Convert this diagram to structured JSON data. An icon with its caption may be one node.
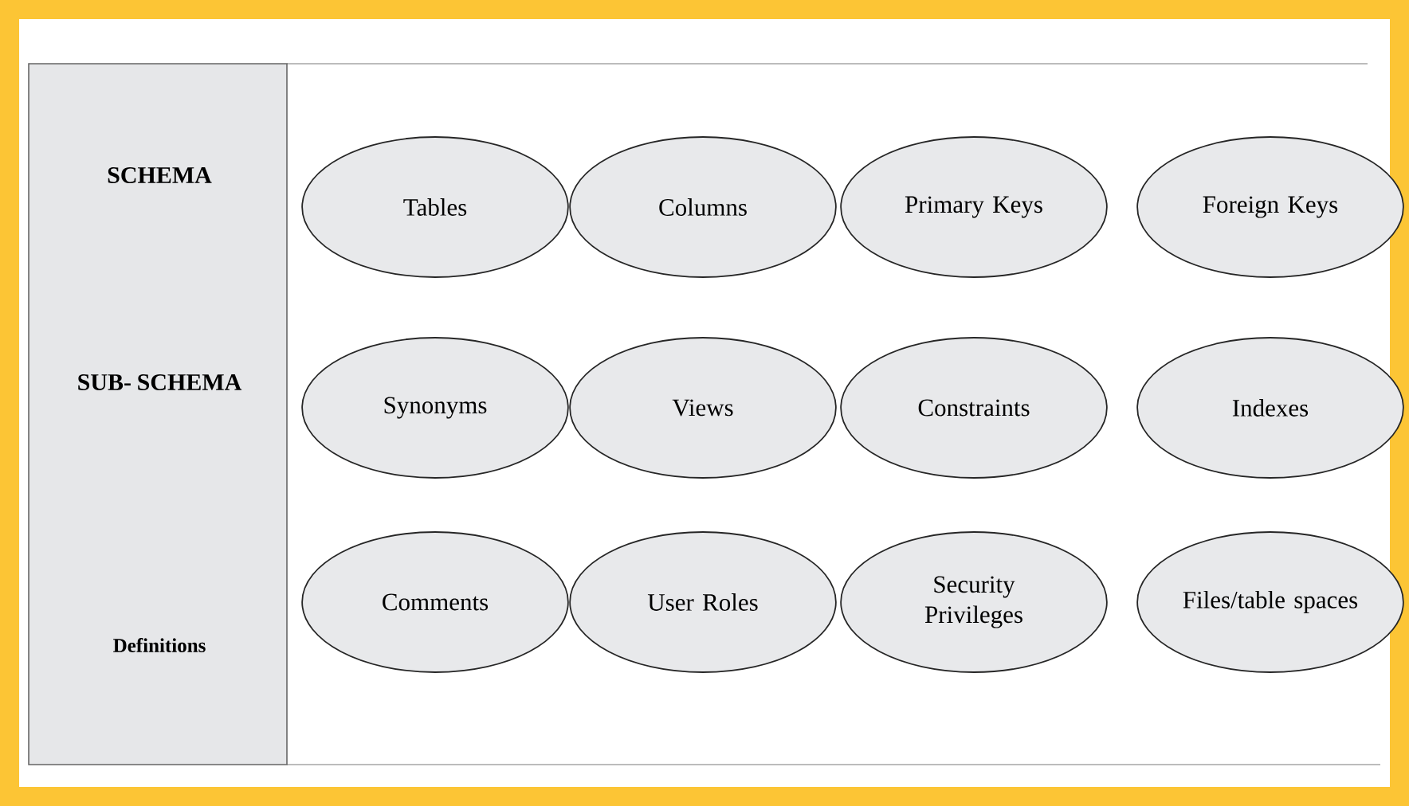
{
  "diagram": {
    "nodes": [
      {
        "text": [
          "SCHEMA",
          "SUB- SCHEMA",
          "Definitions"
        ]
      },
      {
        "text": [
          "Tables"
        ]
      },
      {
        "text": [
          "Columns"
        ]
      },
      {
        "text": [
          "Primary Keys"
        ]
      },
      {
        "text": [
          "Foreign Keys"
        ]
      },
      {
        "text": [
          "Synonyms"
        ]
      },
      {
        "text": [
          "Views"
        ]
      },
      {
        "text": [
          "Constraints"
        ]
      },
      {
        "text": [
          "Indexes"
        ]
      },
      {
        "text": [
          "Comments"
        ]
      },
      {
        "text": [
          "User Roles"
        ]
      },
      {
        "text": [
          "Security Privileges"
        ]
      },
      {
        "text": [
          "Files/table spaces"
        ]
      }
    ]
  }
}
